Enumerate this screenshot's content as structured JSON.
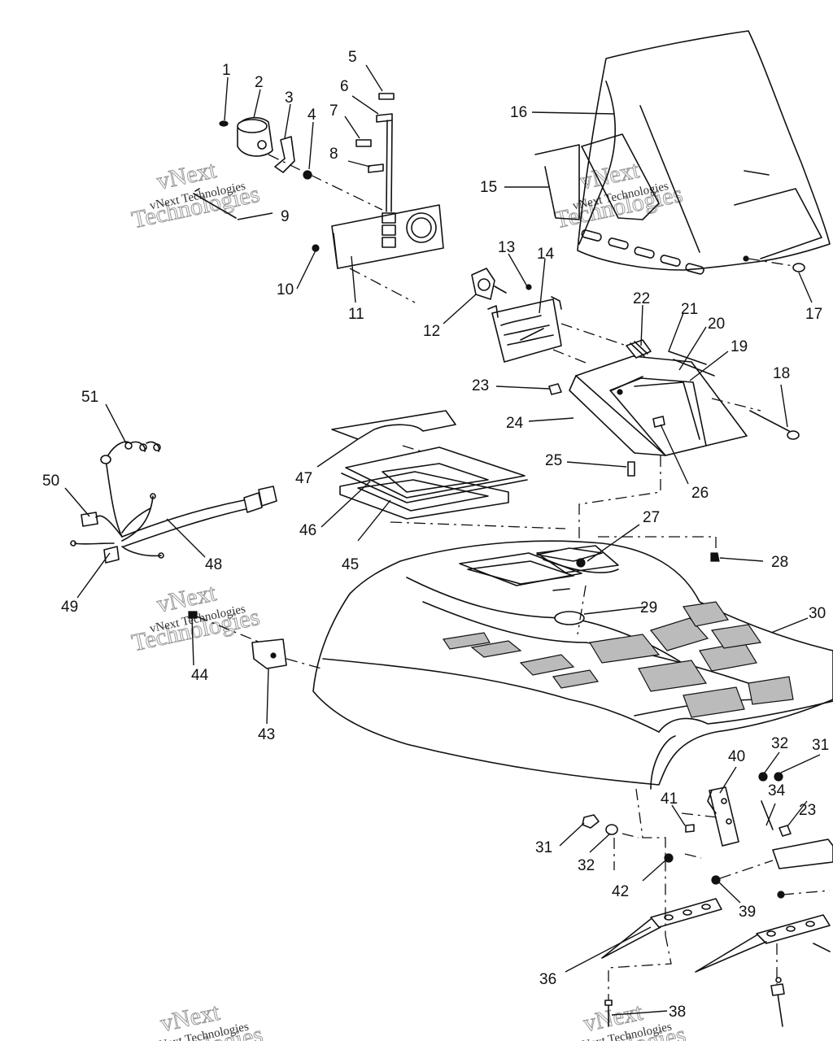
{
  "watermark": {
    "line1": "vNext",
    "line2": "Technologies",
    "caption": "vNext Technologies"
  },
  "callouts": {
    "c1": "1",
    "c2": "2",
    "c3": "3",
    "c4": "4",
    "c5": "5",
    "c6": "6",
    "c7": "7",
    "c8": "8",
    "c9": "9",
    "c10": "10",
    "c11": "11",
    "c12": "12",
    "c13": "13",
    "c14": "14",
    "c15": "15",
    "c16": "16",
    "c17": "17",
    "c18": "18",
    "c19": "19",
    "c20": "20",
    "c21": "21",
    "c22": "22",
    "c23": "23",
    "c24": "24",
    "c25": "25",
    "c26": "26",
    "c27": "27",
    "c28": "28",
    "c29": "29",
    "c30": "30",
    "c31": "31",
    "c32": "32",
    "c34": "34",
    "c36": "36",
    "c38": "38",
    "c39": "39",
    "c40": "40",
    "c41": "41",
    "c42": "42",
    "c43": "43",
    "c44": "44",
    "c45": "45",
    "c46": "46",
    "c47": "47",
    "c48": "48",
    "c49": "49",
    "c50": "50",
    "c51": "51"
  }
}
